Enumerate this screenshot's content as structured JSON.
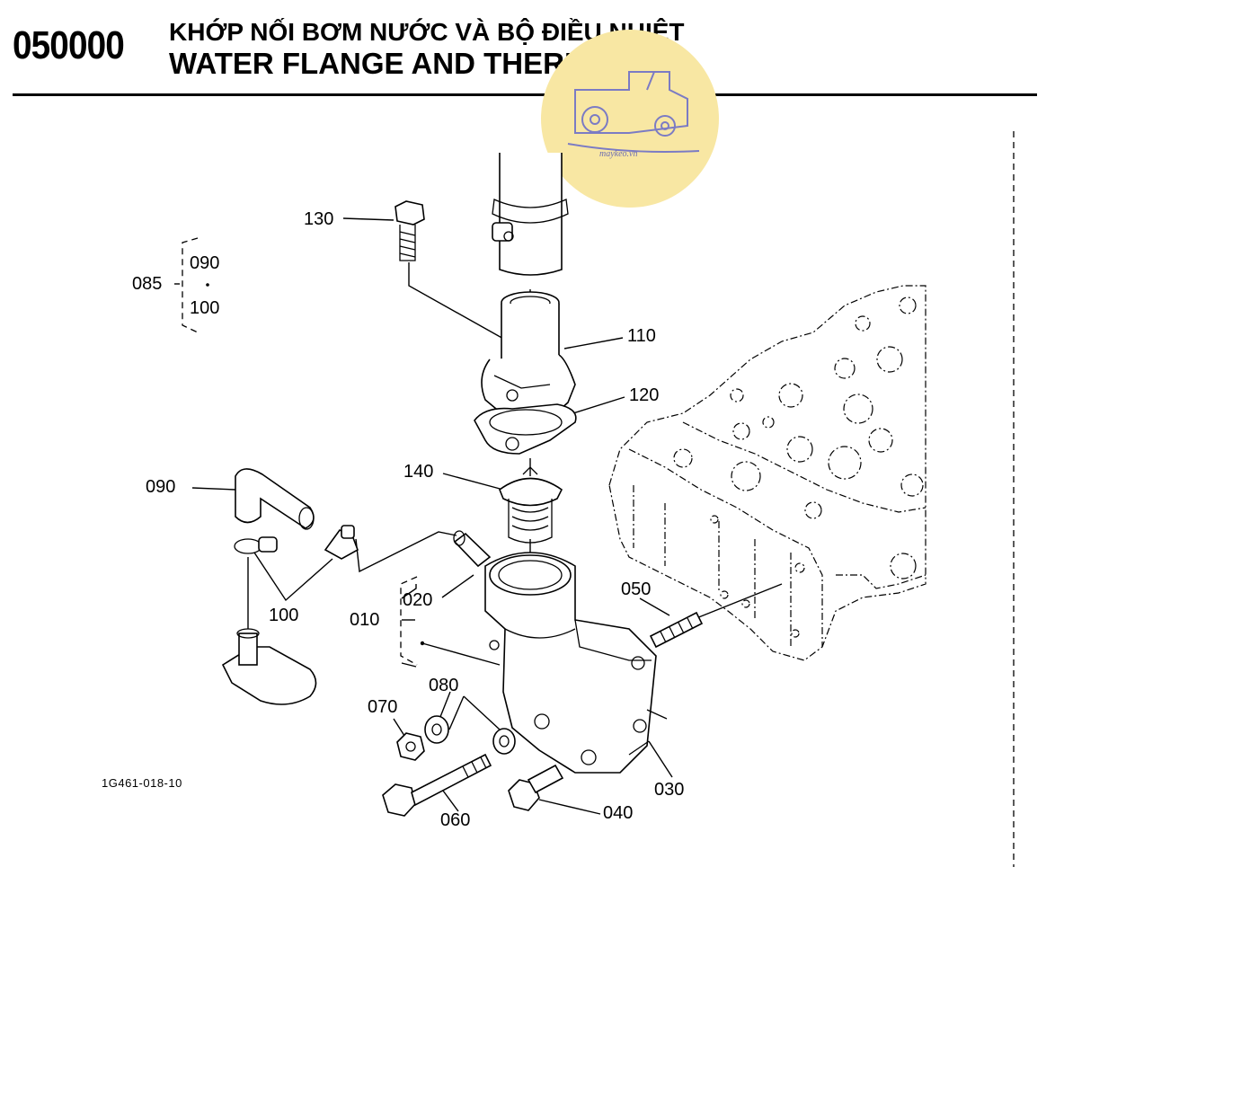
{
  "header": {
    "code": "050000",
    "title_vi": "KHỚP NỐI BƠM NƯỚC VÀ BỘ ĐIỀU NHIỆT",
    "title_en": "WATER FLANGE AND THERMOSTAT"
  },
  "figure_id": "1G461-018-10",
  "watermark": {
    "text": "maykeo.vn",
    "color": "#f8e7a3",
    "icon": "tractor-icon"
  },
  "callouts": {
    "c130": "130",
    "c085": "085",
    "c090a": "090",
    "c100a": "100",
    "c110": "110",
    "c120": "120",
    "c140": "140",
    "c090b": "090",
    "c100b": "100",
    "c020": "020",
    "c010": "010",
    "c050": "050",
    "c080": "080",
    "c070": "070",
    "c030": "030",
    "c060": "060",
    "c040": "040"
  }
}
